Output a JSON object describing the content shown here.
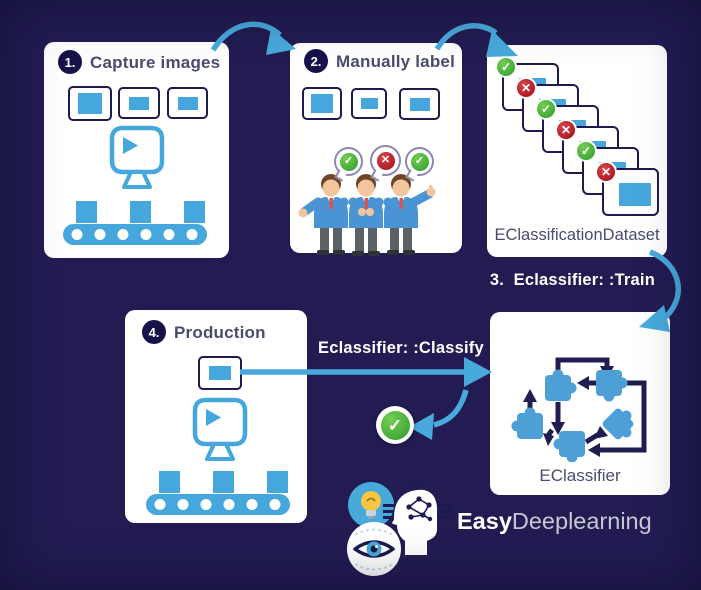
{
  "colors": {
    "background": "#221c53",
    "accent_blue": "#45a7db",
    "icon_navy": "#1d1a4e",
    "check_green": "#2f9b2b",
    "cross_red": "#a30d15",
    "card_text": "#4b4c6e",
    "logo_gray": "#c7c7d5"
  },
  "icons": {
    "check": "✓",
    "cross": "✕"
  },
  "step1": {
    "badge": "1.",
    "title": "Capture images"
  },
  "step2": {
    "badge": "2.",
    "title": "Manually label",
    "bubbles": [
      "check",
      "cross",
      "check"
    ]
  },
  "dataset": {
    "label": "EClassificationDataset",
    "badges": [
      "check",
      "cross",
      "check",
      "cross",
      "check",
      "cross"
    ]
  },
  "step3": {
    "label": "3.  Eclassifier: :Train"
  },
  "step4": {
    "badge": "4.",
    "title": "Production"
  },
  "classify": {
    "label": "Eclassifier: :Classify",
    "result": "check"
  },
  "classifier": {
    "label": "EClassifier"
  },
  "logo": {
    "bold": "Easy",
    "light": "Deeplearning"
  }
}
